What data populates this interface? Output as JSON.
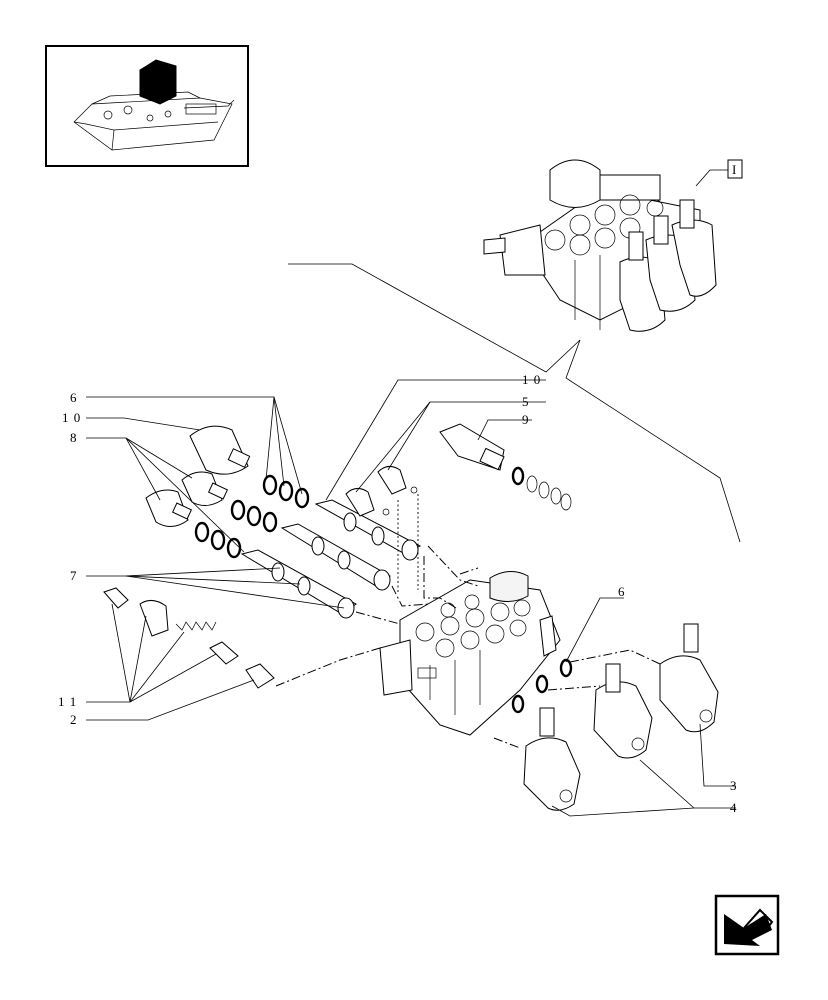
{
  "diagram": {
    "reference_box": "I",
    "callouts": [
      {
        "id": "c6a",
        "text": "6"
      },
      {
        "id": "c10a",
        "text": "1 0"
      },
      {
        "id": "c8",
        "text": "8"
      },
      {
        "id": "c7",
        "text": "7"
      },
      {
        "id": "c11",
        "text": "1 1"
      },
      {
        "id": "c2",
        "text": "2"
      },
      {
        "id": "c10b",
        "text": "1 0"
      },
      {
        "id": "c5",
        "text": "5"
      },
      {
        "id": "c9",
        "text": "9"
      },
      {
        "id": "c6b",
        "text": "6"
      },
      {
        "id": "c3",
        "text": "3"
      },
      {
        "id": "c4",
        "text": "4"
      }
    ],
    "icons": {
      "thumbnail": "tractor-hydraulic-lift-thumbnail",
      "nav": "next-page-arrow-icon"
    }
  }
}
